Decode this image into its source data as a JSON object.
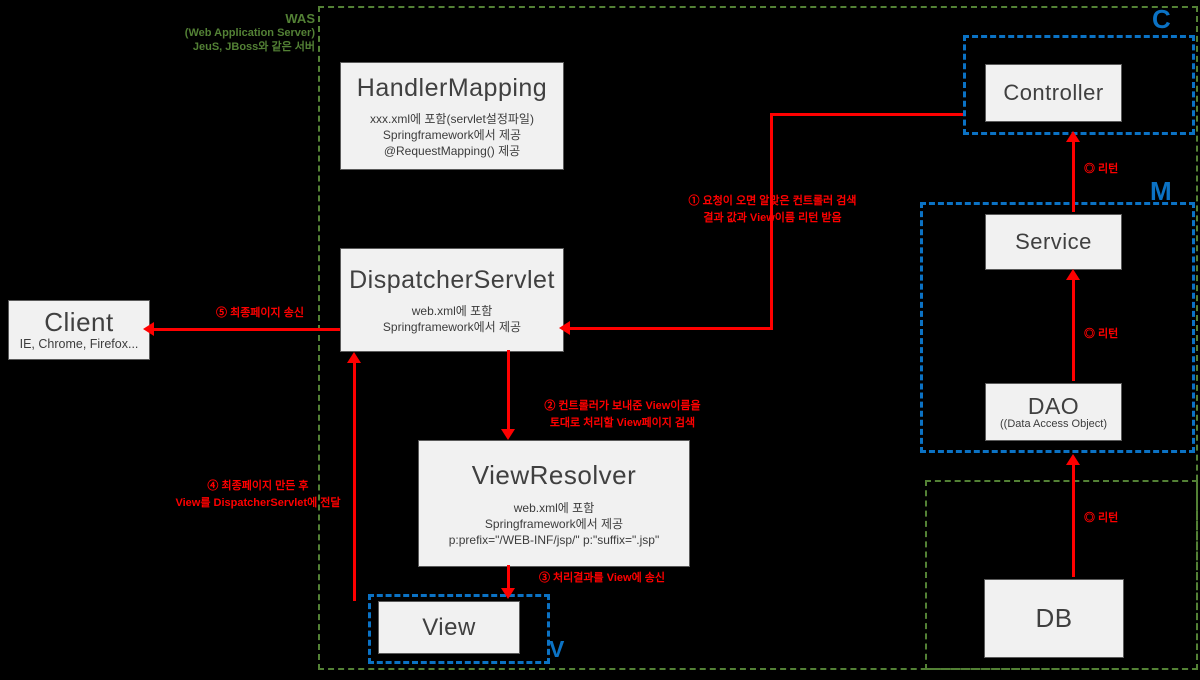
{
  "was_note": {
    "line1": "WAS",
    "line2": "(Web Application Server)",
    "line3": "JeuS, JBoss와 같은 서버"
  },
  "regions": {
    "c_label": "C",
    "m_label": "M",
    "v_label": "V"
  },
  "boxes": {
    "client": {
      "title": "Client",
      "subtitle": "IE, Chrome, Firefox..."
    },
    "handler_mapping": {
      "title": "HandlerMapping",
      "lines": [
        "xxx.xml에 포함(servlet설정파일)",
        "Springframework에서 제공",
        "@RequestMapping() 제공"
      ]
    },
    "dispatcher_servlet": {
      "title": "DispatcherServlet",
      "lines": [
        "web.xml에 포함",
        "Springframework에서 제공"
      ]
    },
    "view_resolver": {
      "title": "ViewResolver",
      "lines": [
        "web.xml에 포함",
        "Springframework에서 제공",
        "p:prefix=\"/WEB-INF/jsp/\"  p:\"suffix=\".jsp\""
      ]
    },
    "view": {
      "title": "View"
    },
    "controller": {
      "title": "Controller"
    },
    "service": {
      "title": "Service"
    },
    "dao": {
      "title": "DAO",
      "subtitle": "((Data Access Object)"
    },
    "db": {
      "title": "DB"
    }
  },
  "flow_labels": {
    "controller_call_line1": "① 요청이 오면 알맞은 컨트롤러 검색",
    "controller_call_line2": "결과 값과 View이름 리턴 받음",
    "view_search_line1": "② 컨트롤러가 보내준 View이름을",
    "view_search_line2": "토대로 처리할 View페이지 검색",
    "send_result_to_view": "③ 처리결과를 View에 송신",
    "final_page_line1": "④ 최종페이지 만든 후",
    "final_page_line2": "View를 DispatcherServlet에 전달",
    "send_final_page": "⑤ 최종페이지 송신",
    "return_service": "◎ 리턴",
    "return_dao": "◎ 리턴",
    "return_db": "◎ 리턴"
  },
  "colors": {
    "arrow_red": "#ff0000",
    "region_blue": "#0b72c4",
    "boundary_green": "#538135",
    "box_fill": "#f1f1f1"
  }
}
